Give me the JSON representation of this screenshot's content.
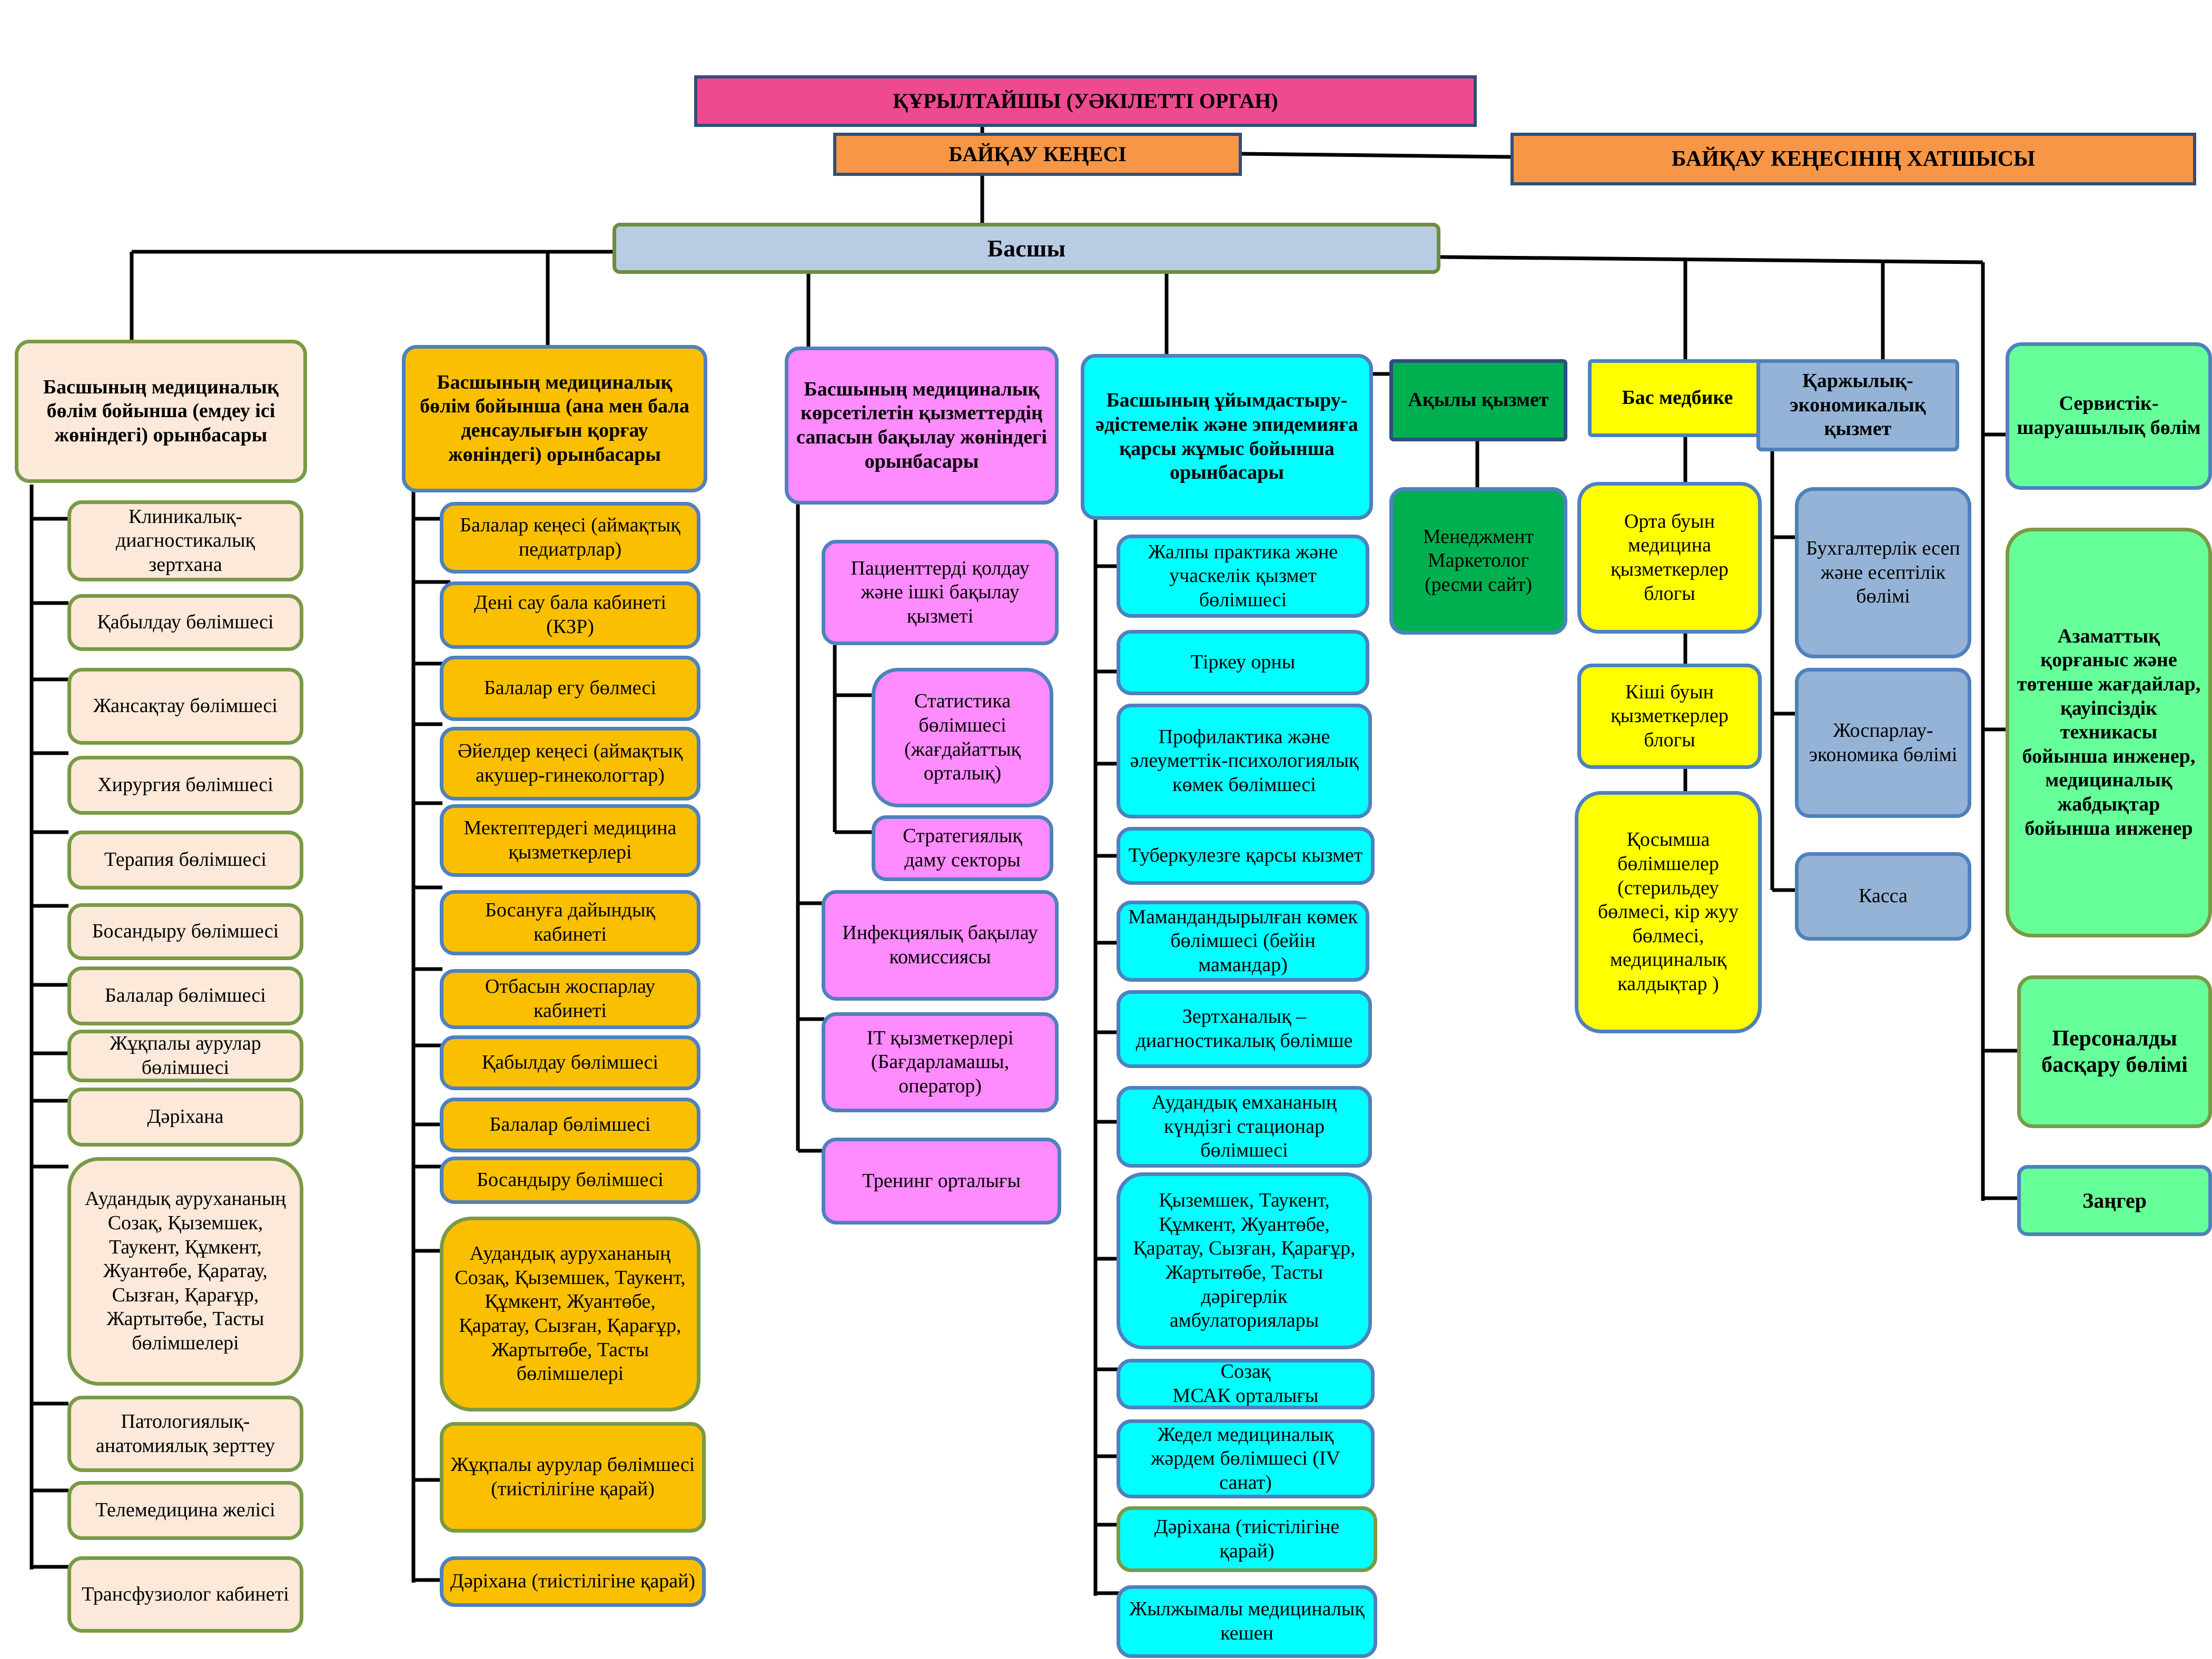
{
  "colors": {
    "founder": "#ef4a8f",
    "supervisory": "#f79646",
    "head": "#b8cce4",
    "deputy_treatment": "#fde9d9",
    "deputy_maternal": "#fac000",
    "deputy_quality": "#ff8cff",
    "deputy_epidemic": "#00ffff",
    "paid_service": "#00b050",
    "chief_nurse": "#ffff00",
    "finance": "#95b3d7",
    "service": "#66ff99",
    "connector": "#000000"
  },
  "top": {
    "founder": "ҚҰРЫЛТАЙШЫ (УӘКІЛЕТТІ ОРГАН)",
    "supervisory_board": "БАЙҚАУ КЕҢЕСІ",
    "board_secretary": "БАЙҚАУ КЕҢЕСІНІҢ ХАТШЫСЫ",
    "head": "Басшы"
  },
  "col1": {
    "header": "Басшының медициналық бөлім бойынша (емдеу ісі жөніндегі) орынбасары",
    "items": [
      "Клиникалық-диагностикалық зертхана",
      "Қабылдау бөлімшесі",
      "Жансақтау бөлімшесі",
      "Хирургия бөлімшесі",
      "Терапия бөлімшесі",
      "Босандыру бөлімшесі",
      "Балалар бөлімшесі",
      "Жұқпалы аурулар бөлімшесі",
      "Дәріхана",
      "Аудандық аурухананың Созақ, Қыземшек, Таукент, Құмкент, Жуантөбе, Қаратау, Сызған, Қарағұр, Жартытөбе, Тасты бөлімшелері",
      "Патологиялық-анатомиялық зерттеу",
      "Телемедицина желісі",
      "Трансфузиолог кабинеті"
    ]
  },
  "col2": {
    "header": "Басшының медициналық бөлім бойынша (ана мен бала денсаулығын қорғау жөніндегі) орынбасары",
    "items": [
      "Балалар кеңесі (аймақтық педиатрлар)",
      "Дені сау бала кабинеті (КЗР)",
      "Балалар егу бөлмесі",
      "Әйелдер кеңесі (аймақтық  акушер-гинекологтар)",
      "Мектептердегі медицина қызметкерлері",
      "Босануға дайындық кабинеті",
      "Отбасын жоспарлау кабинеті",
      "Қабылдау бөлімшесі",
      "Балалар бөлімшесі",
      "Босандыру бөлімшесі",
      "Аудандық аурухананың Созақ, Қыземшек, Таукент, Құмкент, Жуантөбе, Қаратау, Сызған, Қарағұр, Жартытөбе, Тасты бөлімшелері",
      "Жұқпалы аурулар бөлімшесі (тиістілігіне қарай)",
      "Дәріхана (тиістілігіне қарай)"
    ]
  },
  "col3": {
    "header": "Басшының медициналық көрсетілетін қызметтердің сапасын бақылау жөніндегі орынбасары",
    "items": [
      "Пациенттерді қолдау және ішкі бақылау қызметі",
      "Статистика бөлімшесі (жағдайаттық орталық)",
      "Стратегиялық даму секторы",
      "Инфекциялық бақылау комиссиясы",
      "IT қызметкерлері (Бағдарламашы, оператор)",
      "Тренинг орталығы"
    ]
  },
  "col4": {
    "header": "Басшының ұйымдастыру-әдістемелік және эпидемияға қарсы жұмыс бойынша орынбасары",
    "items": [
      "Жалпы практика және учаскелік қызмет бөлімшесі",
      "Тіркеу орны",
      "Профилактика және әлеуметтік-психологиялық көмек бөлімшесі",
      "Туберкулезге қарсы кызмет",
      "Мамандандырылған көмек бөлімшесі (бейін мамандар)",
      "Зертханалық – диагностикалық бөлімше",
      "Аудандық емхананың күндізгі стационар бөлімшесі",
      "Қыземшек, Таукент, Құмкент, Жуантөбе, Қаратау, Сызған, Қарағұр, Жартытөбе, Тасты дәрігерлік амбулаториялары",
      "Созақ\nМСАК орталығы",
      "Жедел медициналық жәрдем бөлімшесі (IV санат)",
      "Дәріхана (тиістілігіне қарай)",
      "Жылжымалы медициналық кешен"
    ]
  },
  "col5": {
    "header": "Ақылы қызмет",
    "items": [
      "Менеджмент Маркетолог (ресми сайт)"
    ]
  },
  "col6": {
    "header": "Бас медбике",
    "items": [
      "Орта буын медицина қызметкерлер блогы",
      "Кіші буын қызметкерлер блогы",
      "Қосымша бөлімшелер (стерильдеу бөлмесі, кір жуу  бөлмесі, медициналық калдықтар )"
    ]
  },
  "col7": {
    "header": "Қаржылық-экономикалық қызмет",
    "items": [
      "Бухгалтерлік есеп және есептілік бөлімі",
      "Жоспарлау-экономика бөлімі",
      "Касса"
    ]
  },
  "col8": {
    "items": [
      "Сервистік-шаруашылық бөлім",
      "Азаматтық қорғаныс және төтенше жағдайлар, қауіпсіздік техникасы бойынша инженер, медициналық жабдықтар бойынша инженер",
      "Персоналды басқару бөлімі",
      "Заңгер"
    ]
  }
}
